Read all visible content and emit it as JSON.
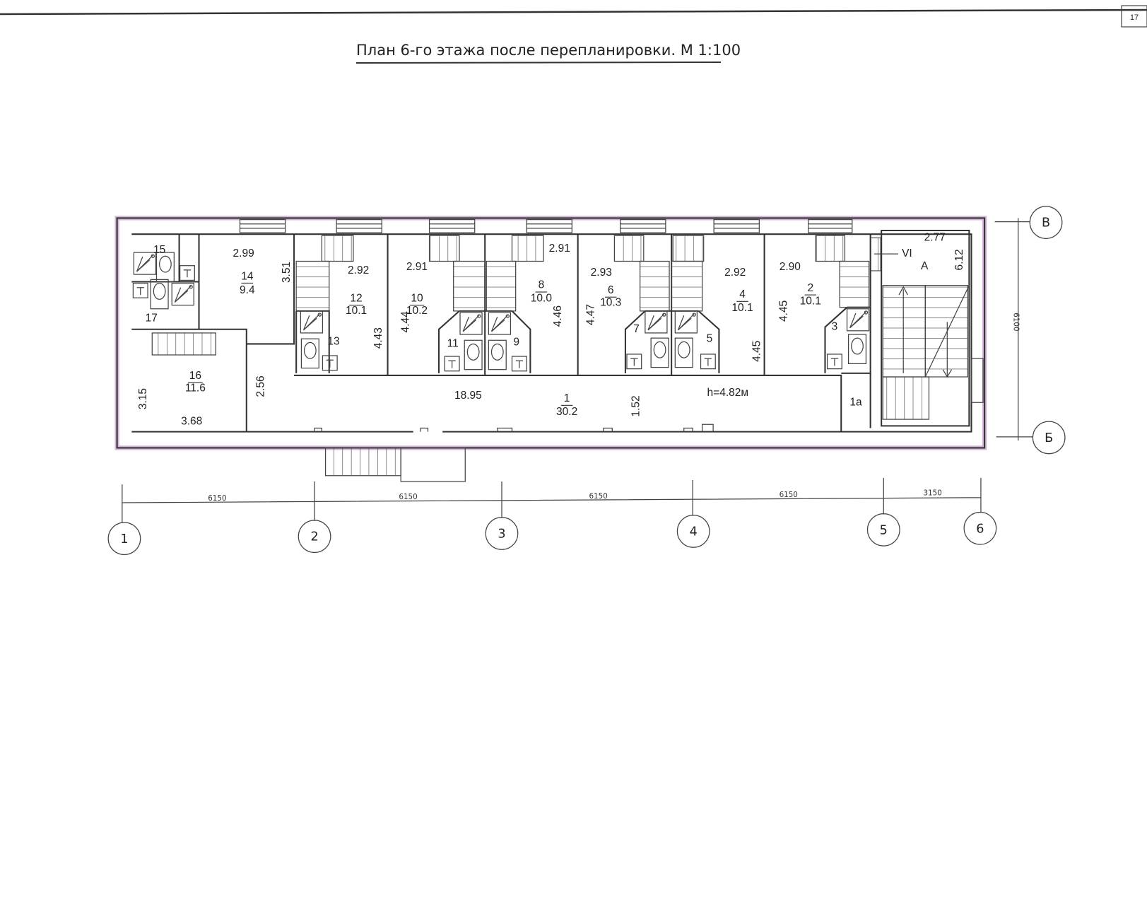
{
  "page_number": "17",
  "title": "План 6-го этажа после перепланировки. М 1:100",
  "rooms": {
    "r14": {
      "number": "14",
      "area": "9.4"
    },
    "r12": {
      "number": "12",
      "area": "10.1"
    },
    "r10": {
      "number": "10",
      "area": "10.2"
    },
    "r8": {
      "number": "8",
      "area": "10.0"
    },
    "r6": {
      "number": "6",
      "area": "10.3"
    },
    "r4": {
      "number": "4",
      "area": "10.1"
    },
    "r2": {
      "number": "2",
      "area": "10.1"
    },
    "r16": {
      "number": "16",
      "area": "11.6"
    },
    "r1": {
      "number": "1",
      "area": "30.2"
    }
  },
  "room_numbers": {
    "n15": "15",
    "n17": "17",
    "n13": "13",
    "n11": "11",
    "n9": "9",
    "n7": "7",
    "n5": "5",
    "n3": "3",
    "n1a": "1а"
  },
  "dimensions": {
    "d299": "2.99",
    "d292a": "2.92",
    "d291a": "2.91",
    "d291b": "2.91",
    "d293": "2.93",
    "d292b": "2.92",
    "d290": "2.90",
    "d277": "2.77",
    "d368": "3.68",
    "d1895": "18.95",
    "d351": "3.51",
    "d443": "4.43",
    "d444": "4.44",
    "d446": "4.46",
    "d447": "4.47",
    "d445a": "4.45",
    "d445b": "4.45",
    "d612": "6.12",
    "d315": "3.15",
    "d256": "2.56",
    "d152": "1.52"
  },
  "notes": {
    "ceiling_height": "h=4.82м",
    "stair_label": "А",
    "section_mark": "VI"
  },
  "axes": {
    "columns": [
      "1",
      "2",
      "3",
      "4",
      "5",
      "6"
    ],
    "column_spacings": [
      "6150",
      "6150",
      "6150",
      "6150",
      "3150"
    ],
    "rows": [
      "В",
      "Б"
    ],
    "row_spacing": "6100"
  },
  "colors": {
    "outer_wall_tint": "#c9a0d0",
    "line": "#333333"
  }
}
